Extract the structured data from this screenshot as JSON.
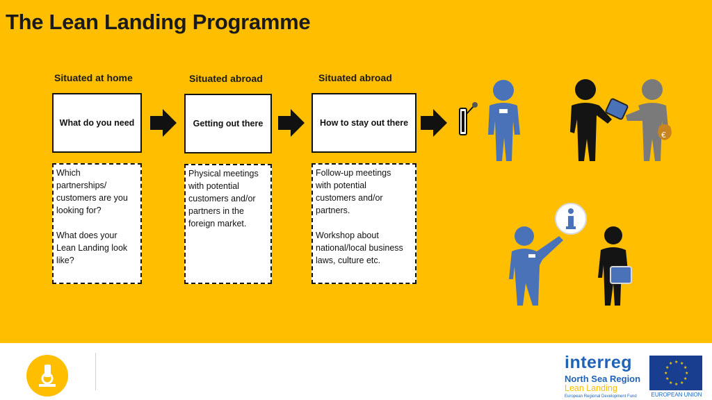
{
  "title": "The Lean Landing Programme",
  "columns": [
    {
      "heading": "Situated at home",
      "step": "What do you need",
      "description": "Which\npartnerships/\ncustomers are you\nlooking for?\n\nWhat does your\nLean Landing look\nlike?"
    },
    {
      "heading": "Situated abroad",
      "step": "Getting out there",
      "description": "Physical meetings\nwith potential\ncustomers and/or\npartners in the\nforeign market."
    },
    {
      "heading": "Situated abroad",
      "step": "How to stay out there",
      "description": "Follow-up meetings\nwith potential\ncustomers and/or\npartners.\n\nWorkshop about\nnational/local business\nlaws, culture etc."
    }
  ],
  "icons": [
    "arrow-right-icon",
    "door-icon",
    "person-icon",
    "handshake-icon",
    "euro-bag-icon",
    "info-icon",
    "tablet-icon",
    "microscope-icon"
  ],
  "footer": {
    "logo_main": "interreg",
    "logo_region": "North Sea Region",
    "logo_project": "Lean Landing",
    "logo_fund": "European Regional Development Fund",
    "eu_label": "EUROPEAN UNION"
  },
  "colors": {
    "background": "#FFBE00",
    "figure_blue": "#4A72B8",
    "figure_dark": "#141414",
    "logo_blue": "#1F63B6",
    "flag_blue": "#1A3E8F"
  }
}
